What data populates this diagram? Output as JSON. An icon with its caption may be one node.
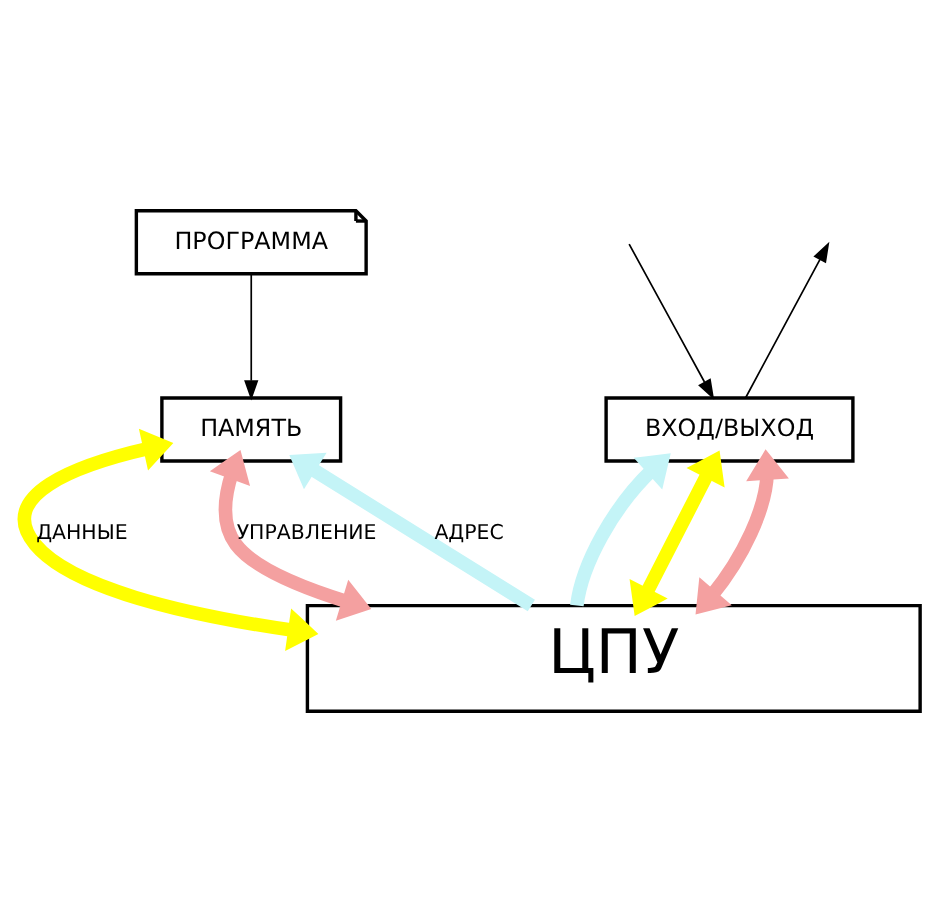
{
  "diagram": {
    "nodes": [
      {
        "text": [
          "ПРОГРАММА"
        ]
      },
      {
        "text": [
          "ПАМЯТЬ"
        ]
      },
      {
        "text": [
          "ВХОД/ВЫХОД"
        ]
      },
      {
        "text": [
          "ЦПУ"
        ]
      }
    ],
    "edges": [
      {
        "from": 0,
        "to": 1,
        "arrow": "to"
      },
      {
        "from": null,
        "to": 2,
        "arrow": "to"
      },
      {
        "from": 2,
        "to": null,
        "arrow": "to"
      },
      {
        "from": 3,
        "to": 1,
        "arrow": "to",
        "label": "АДРЕС",
        "color": "#c4f4f7"
      },
      {
        "from": 3,
        "to": 2,
        "arrow": "to",
        "color": "#c4f4f7"
      },
      {
        "from": 3,
        "to": 1,
        "arrow": "both",
        "label": "ДАННЫЕ",
        "color": "#ffff00"
      },
      {
        "from": 3,
        "to": 2,
        "arrow": "both",
        "color": "#ffff00"
      },
      {
        "from": 3,
        "to": 1,
        "arrow": "both",
        "label": "УПРАВЛЕНИЕ",
        "color": "#f4a0a0"
      },
      {
        "from": 3,
        "to": 2,
        "arrow": "both",
        "color": "#f4a0a0"
      }
    ]
  }
}
